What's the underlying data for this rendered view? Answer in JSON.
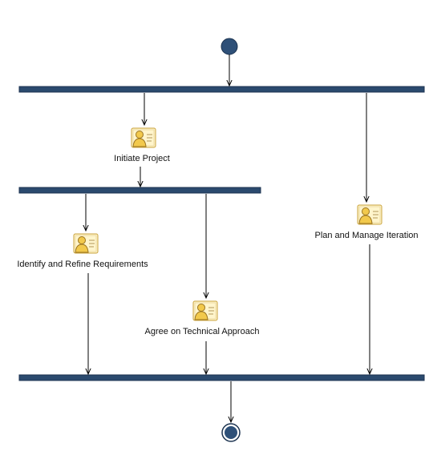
{
  "diagram": {
    "colors": {
      "fork_bar": "#2b4a6e",
      "fork_bar_edge": "#1c3350",
      "node_fill": "#2e5078",
      "line": "#000000",
      "icon_card": "#fff5cc",
      "icon_card_edge": "#c9a23a",
      "icon_person": "#f2c94c",
      "icon_person_edge": "#9a7420"
    },
    "initial_node": {
      "id": "initial"
    },
    "final_node": {
      "id": "final"
    },
    "bars": [
      {
        "id": "fork-1"
      },
      {
        "id": "fork-2"
      },
      {
        "id": "join"
      }
    ],
    "activities": [
      {
        "id": "initiate",
        "label": "Initiate Project",
        "icon": "role-icon"
      },
      {
        "id": "plan",
        "label": "Plan and Manage Iteration",
        "icon": "role-icon"
      },
      {
        "id": "requirements",
        "label": "Identify and Refine Requirements",
        "icon": "role-icon"
      },
      {
        "id": "technical",
        "label": "Agree on Technical Approach",
        "icon": "role-icon"
      }
    ]
  }
}
